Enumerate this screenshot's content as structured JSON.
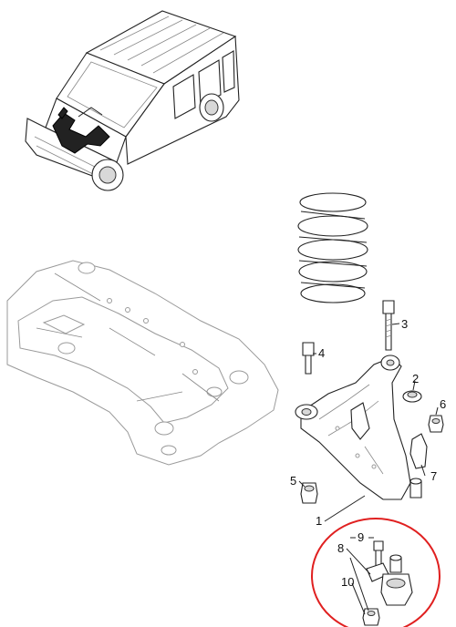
{
  "callouts": {
    "c1": "1",
    "c2": "2",
    "c3": "3",
    "c4": "4",
    "c5": "5",
    "c6": "6",
    "c7": "7",
    "c8": "8",
    "c9": "9",
    "c10": "10"
  },
  "colors": {
    "highlight_ring": "#e02020",
    "line_art": "#222222",
    "subframe": "#9a9a9a"
  },
  "icons": [
    "van-illustration",
    "subframe-illustration",
    "coil-spring-illustration",
    "lower-control-arm-illustration",
    "ball-joint-illustration"
  ]
}
